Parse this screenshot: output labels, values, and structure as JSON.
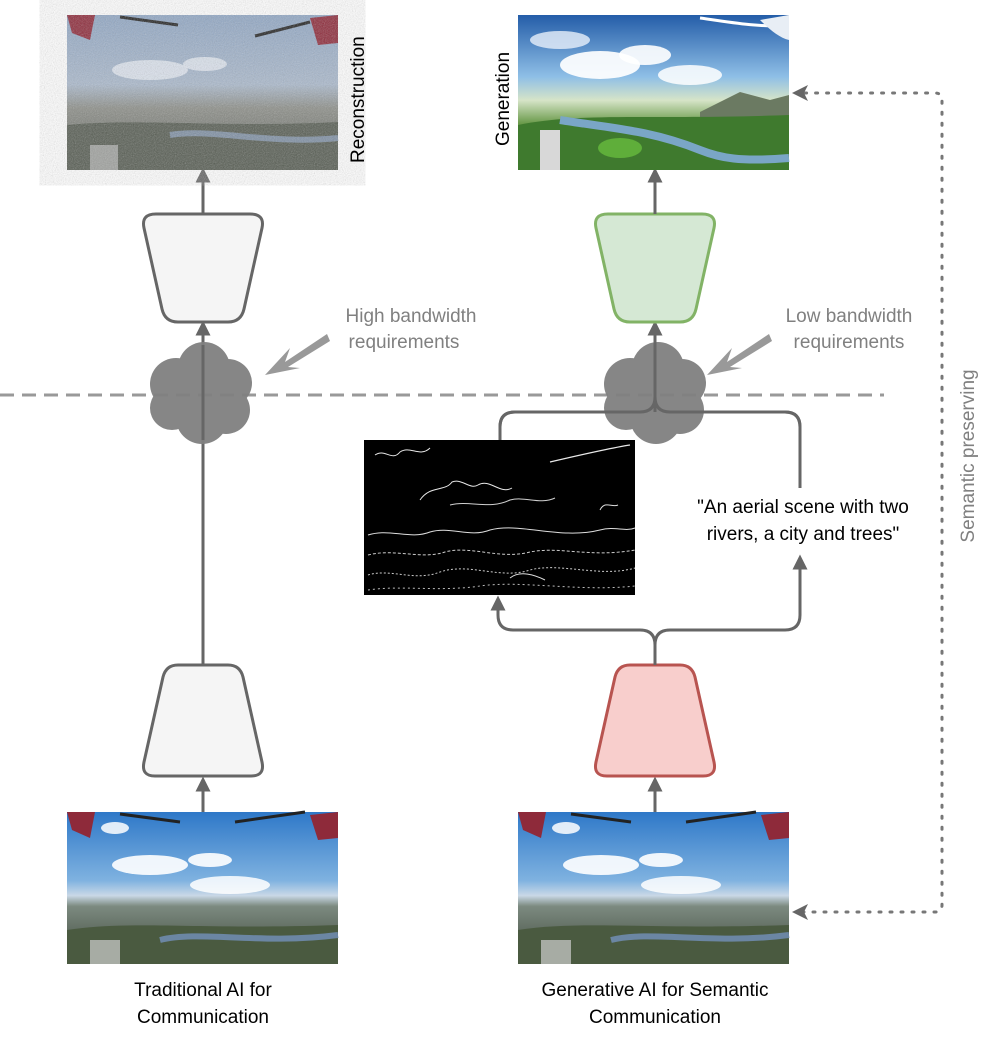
{
  "left_column": {
    "output_label": "Reconstruction",
    "caption_line1": "Traditional AI for",
    "caption_line2": "Communication",
    "bandwidth_line1": "High bandwidth",
    "bandwidth_line2": "requirements"
  },
  "right_column": {
    "output_label": "Generation",
    "caption_line1": "Generative AI for Semantic",
    "caption_line2": "Communication",
    "bandwidth_line1": "Low bandwidth",
    "bandwidth_line2": "requirements",
    "text_prompt_line1": "\"An aerial scene with two",
    "text_prompt_line2": "rivers, a city and trees\""
  },
  "side_label": "Semantic preserving",
  "colors": {
    "arrow": "#666666",
    "cloud": "#808080",
    "encoder_left": "#f5f5f5",
    "encoder_right_fill": "#f8cecc",
    "encoder_right_stroke": "#b85450",
    "decoder_right_fill": "#d5e8d4",
    "decoder_right_stroke": "#82b366"
  }
}
